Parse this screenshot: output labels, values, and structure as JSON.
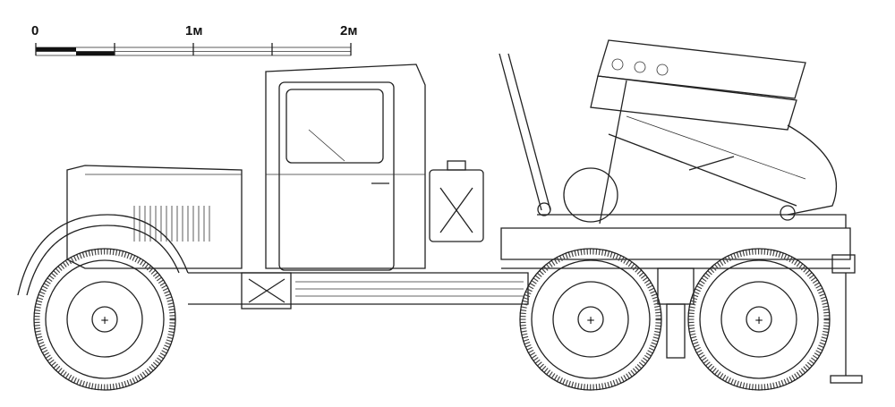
{
  "scale_bar": {
    "labels": [
      "0",
      "1м",
      "2м"
    ],
    "ink_color": "#111111"
  }
}
